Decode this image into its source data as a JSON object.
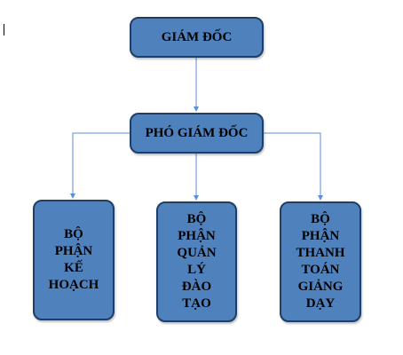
{
  "org_chart": {
    "director": {
      "label": "GIÁM ĐỐC"
    },
    "deputy": {
      "label": "PHÓ GIÁM ĐỐC"
    },
    "departments": [
      {
        "label": "BỘ PHẬN KẾ HOẠCH"
      },
      {
        "label": "BỘ PHẬN QUẢN LÝ ĐÀO TẠO"
      },
      {
        "label": "BỘ PHẬN THANH TOÁN GIẢNG DẠY"
      }
    ]
  },
  "colors": {
    "box_fill": "#4f81bd",
    "box_border": "#1f3f66",
    "connector": "#5b8fd6",
    "text": "#000000"
  }
}
